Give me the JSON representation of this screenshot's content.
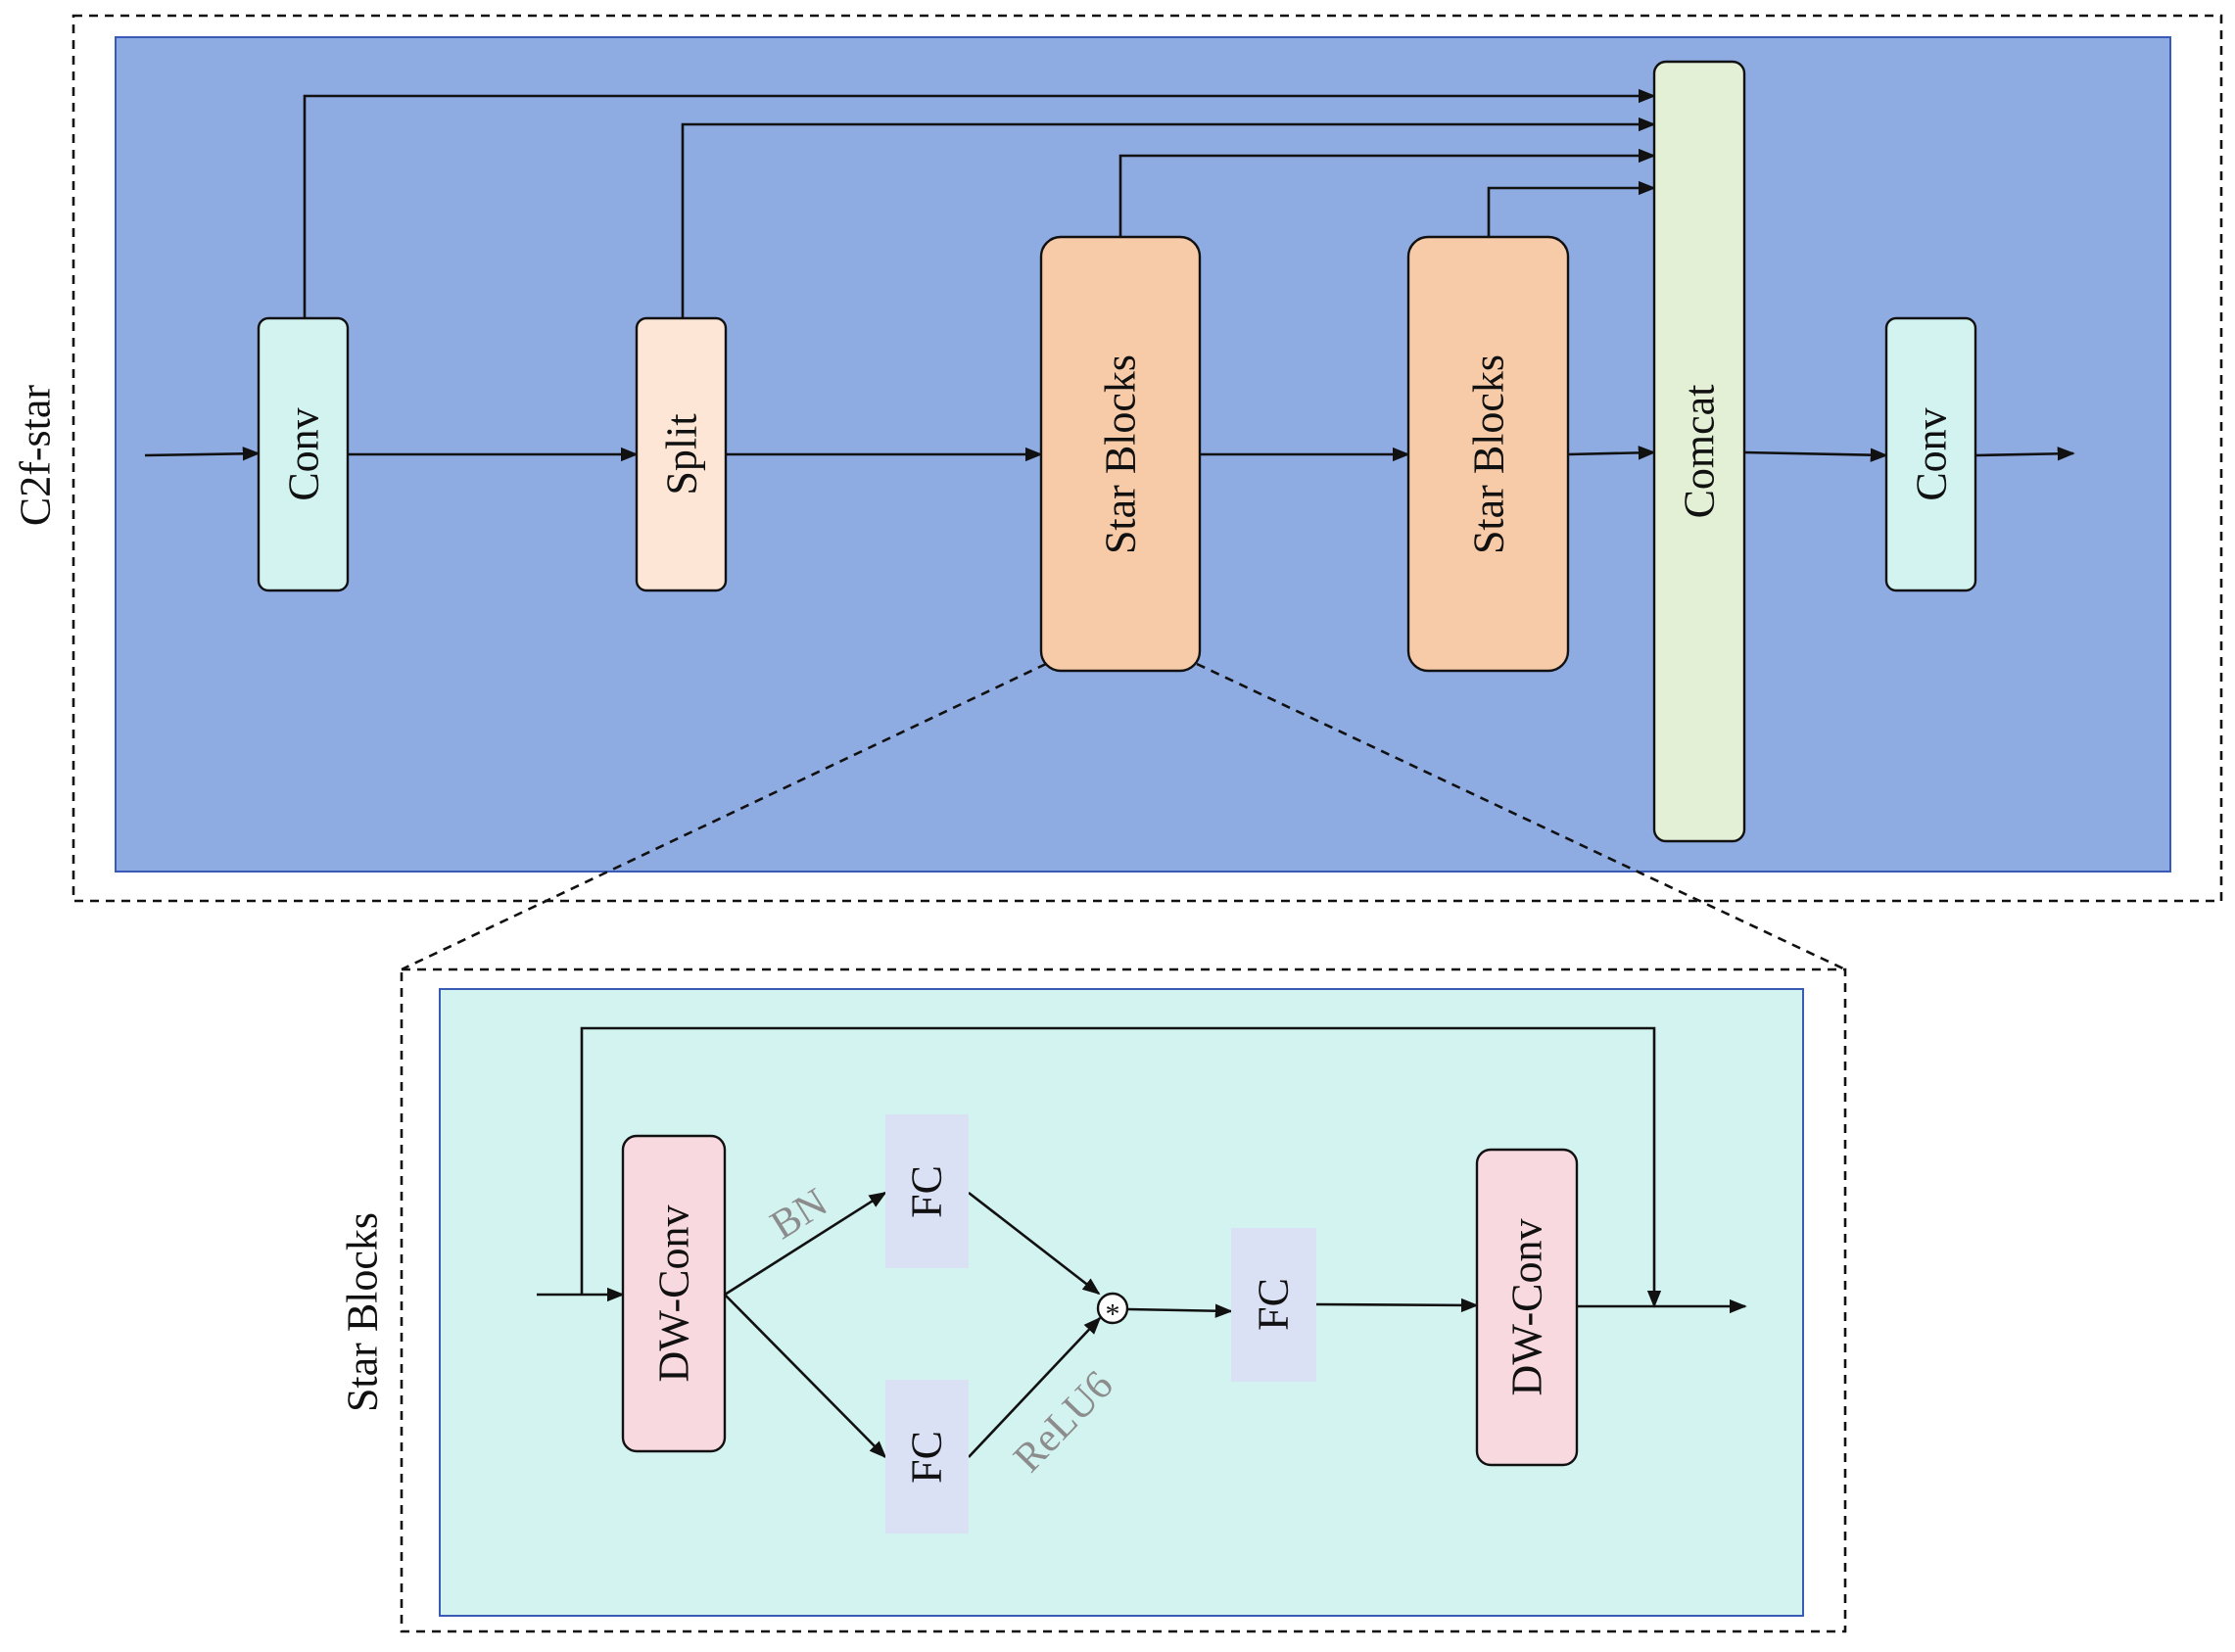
{
  "top_section": {
    "label": "C2f-star",
    "blocks": {
      "conv_in": "Conv",
      "split": "Split",
      "star_blocks_1": "Star Blocks",
      "star_blocks_2": "Star Blocks",
      "concat": "Comcat",
      "conv_out": "Conv"
    }
  },
  "bottom_section": {
    "label": "Star Blocks",
    "blocks": {
      "dwconv_in": "DW-Conv",
      "fc_top": "FC",
      "fc_bottom": "FC",
      "multiply": "*",
      "fc_mid": "FC",
      "dwconv_out": "DW-Conv"
    },
    "ops": {
      "bn": "BN",
      "relu6": "ReLU6"
    }
  },
  "colors": {
    "top_panel": "#8eabe2",
    "bottom_panel": "#d3f3f1",
    "conv": "#d3f3f1",
    "split": "#fde6d6",
    "star_blocks": "#f8cba8",
    "concat": "#e3f0d6",
    "dwconv": "#f9d9e0",
    "fc": "#dbe1f5"
  }
}
